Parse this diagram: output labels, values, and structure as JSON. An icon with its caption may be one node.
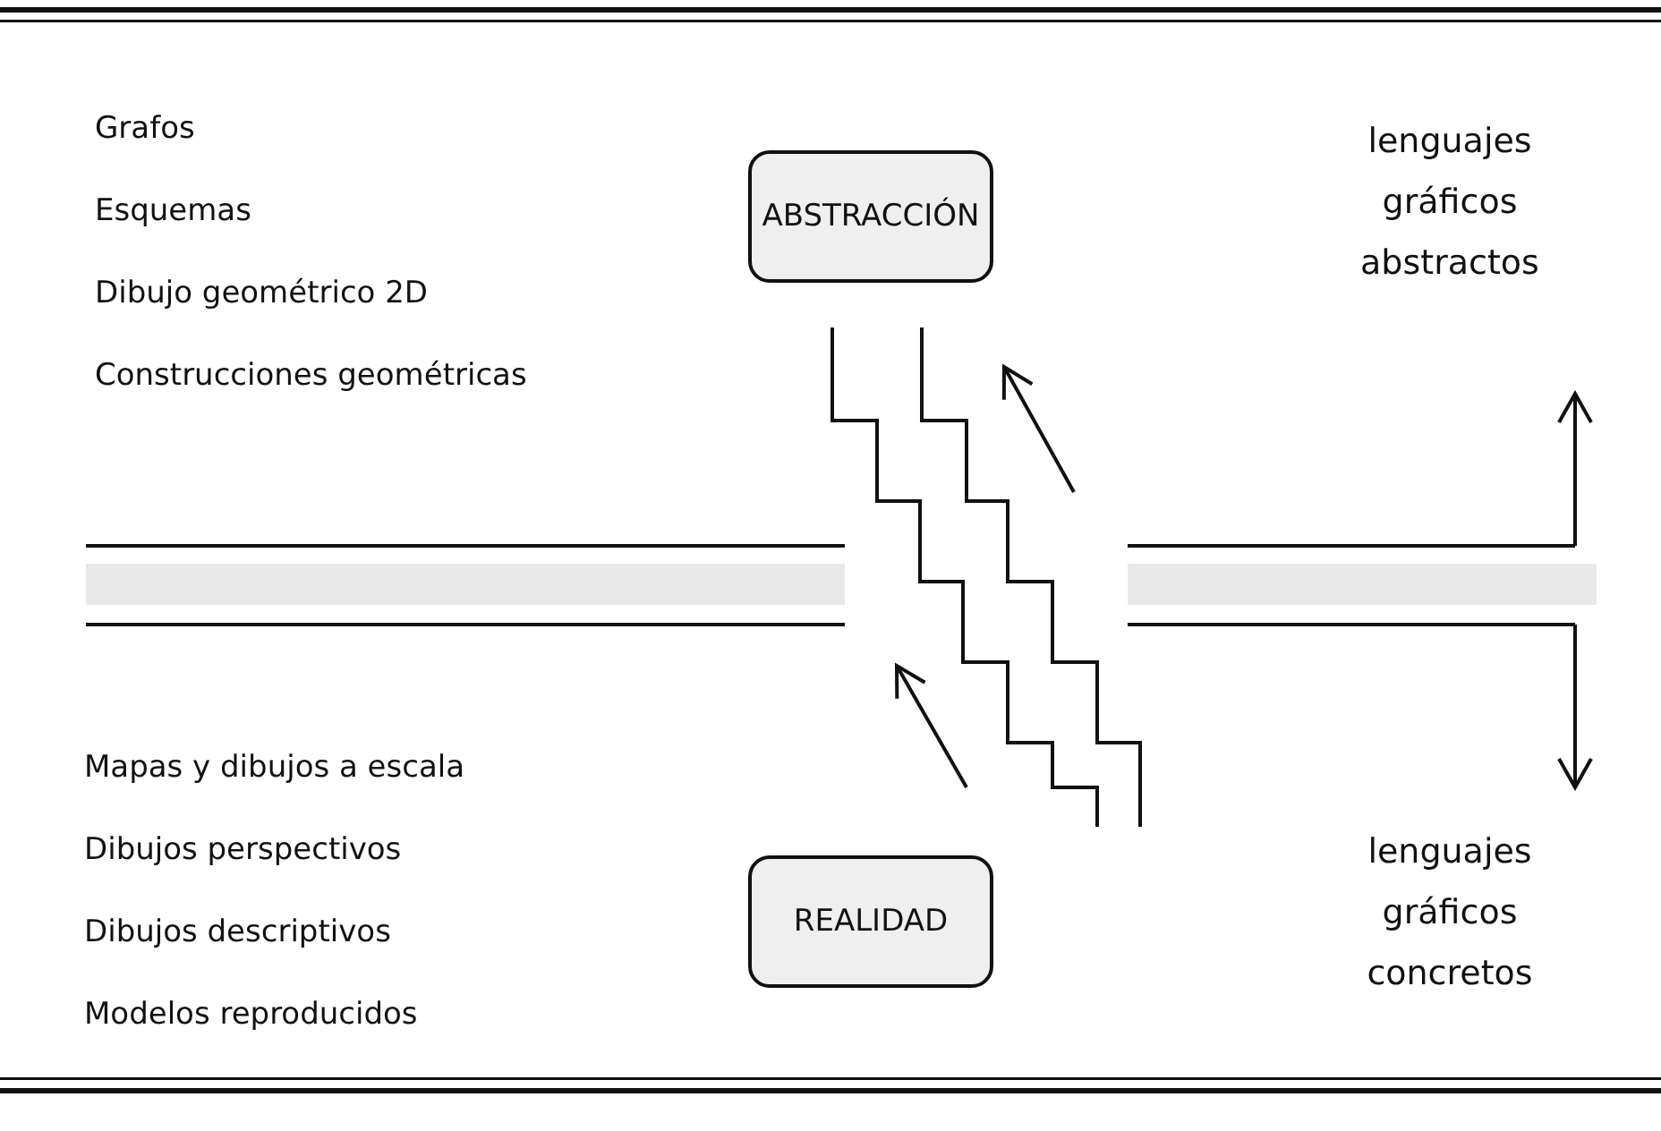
{
  "diagram": {
    "nodes": [
      {
        "text": [
          "ABSTRACCIÓN"
        ]
      },
      {
        "text": [
          "REALIDAD"
        ]
      },
      {
        "text": [
          "lenguajes gráficos abstractos"
        ]
      },
      {
        "text": [
          "lenguajes gráficos concretos"
        ]
      }
    ],
    "labels": [
      "Grafos",
      "Esquemas",
      "Dibujo geométrico 2D",
      "Construcciones geométricas",
      "Mapas y dibujos a escala",
      "Dibujos perspectivos",
      "Dibujos descriptivos",
      "Modelos reproducidos"
    ]
  }
}
